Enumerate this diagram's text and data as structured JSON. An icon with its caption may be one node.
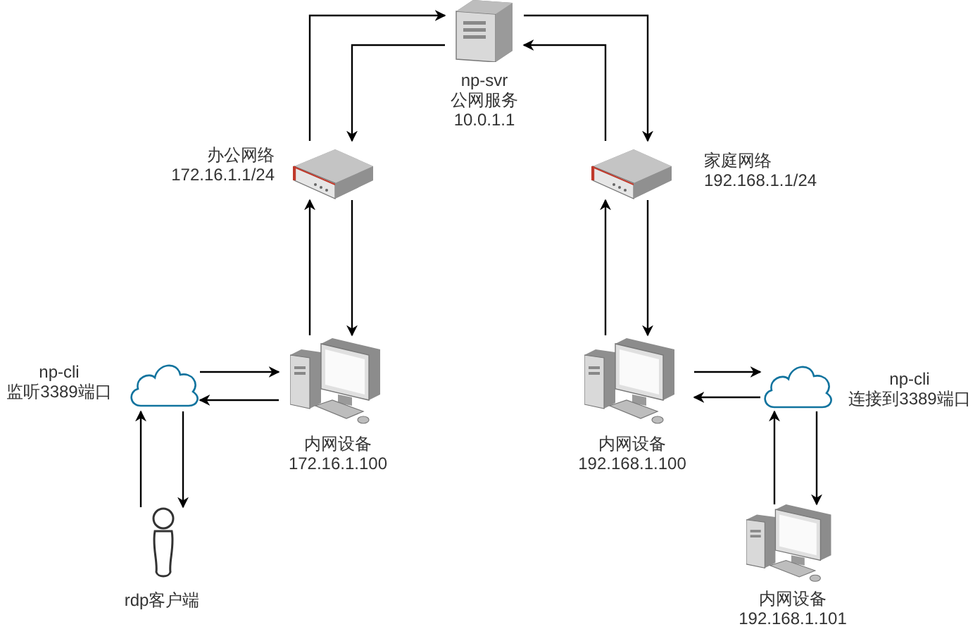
{
  "diagram": {
    "nodes": [
      {
        "text": [
          "np-svr 公网服务 10.0.1.1"
        ]
      },
      {
        "text": [
          "办公网络 172.16.1.1/24"
        ]
      },
      {
        "text": [
          "家庭网络 192.168.1.1/24"
        ]
      },
      {
        "text": [
          "内网设备 172.16.1.100"
        ]
      },
      {
        "text": [
          "内网设备 192.168.1.100"
        ]
      },
      {
        "text": [
          "np-cli 监听3389端口"
        ]
      },
      {
        "text": [
          "np-cli 连接到3389端口"
        ]
      },
      {
        "text": [
          "rdp客户端"
        ]
      },
      {
        "text": [
          "内网设备 192.168.1.101"
        ]
      }
    ],
    "edges": [
      {
        "from": 1,
        "to": 0,
        "arrow": "to"
      },
      {
        "from": 0,
        "to": 1,
        "arrow": "to"
      },
      {
        "from": 0,
        "to": 2,
        "arrow": "to"
      },
      {
        "from": 2,
        "to": 0,
        "arrow": "to"
      },
      {
        "from": 3,
        "to": 1,
        "arrow": "to"
      },
      {
        "from": 1,
        "to": 3,
        "arrow": "to"
      },
      {
        "from": 4,
        "to": 2,
        "arrow": "to"
      },
      {
        "from": 2,
        "to": 4,
        "arrow": "to"
      },
      {
        "from": 5,
        "to": 3,
        "arrow": "to"
      },
      {
        "from": 3,
        "to": 5,
        "arrow": "to"
      },
      {
        "from": 7,
        "to": 5,
        "arrow": "to"
      },
      {
        "from": 5,
        "to": 7,
        "arrow": "to"
      },
      {
        "from": 4,
        "to": 6,
        "arrow": "to"
      },
      {
        "from": 6,
        "to": 4,
        "arrow": "to"
      },
      {
        "from": 8,
        "to": 6,
        "arrow": "to"
      },
      {
        "from": 6,
        "to": 8,
        "arrow": "to"
      }
    ]
  }
}
